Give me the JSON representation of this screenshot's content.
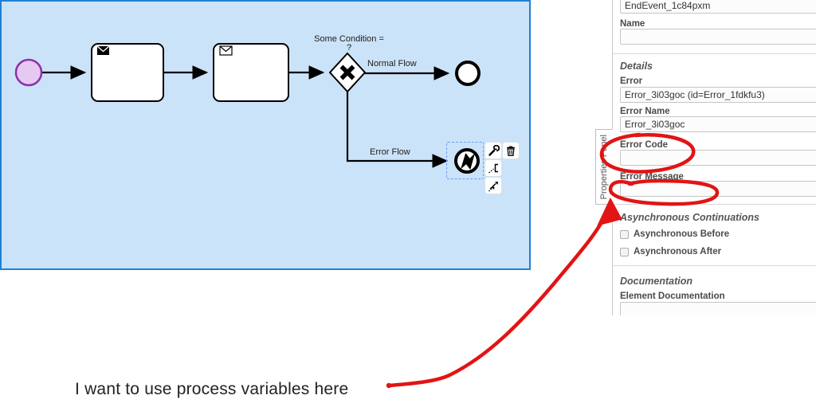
{
  "diagram": {
    "condition_label": "Some Condition =",
    "condition_question": "?",
    "normal_flow_label": "Normal Flow",
    "error_flow_label": "Error Flow",
    "colors": {
      "canvas_bg": "#cbe3f8",
      "canvas_border": "#2080d2",
      "start_event_fill": "#e6c9f0",
      "start_event_stroke": "#8e30aa",
      "shape_stroke": "#000000"
    },
    "icons": {
      "task1": "send-message-envelope-icon",
      "task2": "receive-message-envelope-icon",
      "gateway": "exclusive-gateway-x-marker",
      "error_event": "error-lightning-icon",
      "context_pad": [
        "wrench-icon",
        "trash-icon",
        "text-annotation-icon",
        "connect-arrow-icon"
      ]
    }
  },
  "properties_panel": {
    "tab_label": "Properties Panel",
    "id_value": "EndEvent_1c84pxm",
    "name_label": "Name",
    "name_value": "",
    "details": {
      "heading": "Details",
      "error_label": "Error",
      "error_value": "Error_3i03goc (id=Error_1fdkfu3)",
      "error_name_label": "Error Name",
      "error_name_value": "Error_3i03goc",
      "error_code_label": "Error Code",
      "error_code_value": "",
      "error_message_label": "Error Message",
      "error_message_value": ""
    },
    "async": {
      "heading": "Asynchronous Continuations",
      "before_label": "Asynchronous Before",
      "after_label": "Asynchronous After"
    },
    "documentation": {
      "heading": "Documentation",
      "element_label": "Element Documentation",
      "element_value": ""
    }
  },
  "annotation": {
    "note": "I want to use process variables here",
    "color": "#e21414"
  }
}
